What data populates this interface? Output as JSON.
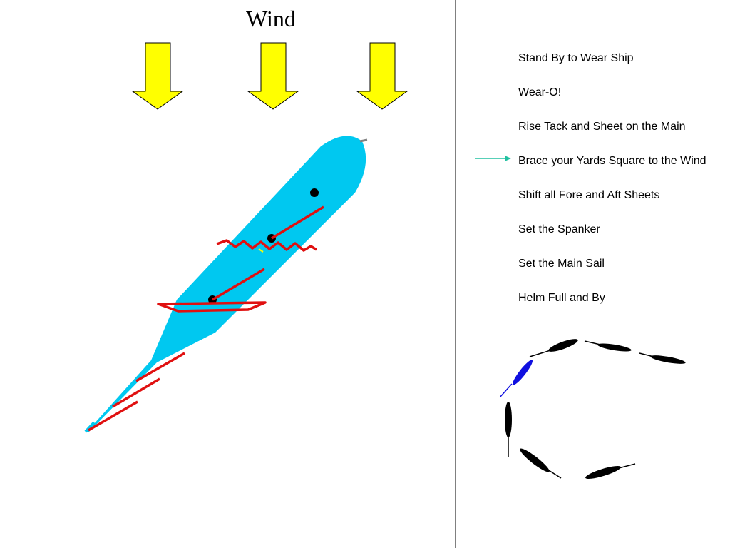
{
  "title": "Wind",
  "steps": [
    "Stand By to Wear Ship",
    "Wear-O!",
    "Rise Tack and Sheet on the Main",
    "Brace your Yards Square to the Wind",
    "Shift all Fore and Aft Sheets",
    "Set the Spanker",
    "Set the Main Sail",
    "Helm Full and By"
  ],
  "current_step": 4,
  "colors": {
    "wind_arrow": "#ffff00",
    "hull": "#00c8f0",
    "rigging": "#e01010",
    "pointer": "#20c0a0",
    "highlighted_ship": "#1010e0",
    "ship_icons": "#000000",
    "divider": "#808080"
  },
  "icons": {
    "wind_arrow": "down-arrow",
    "pointer": "right-arrow",
    "ship_marker": "ship-icon"
  }
}
